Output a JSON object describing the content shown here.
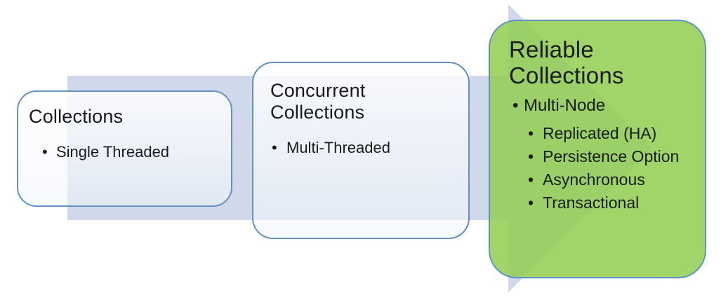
{
  "bullet_glyph": "•",
  "colors": {
    "arrow_band": "#cfd9ea",
    "box_border": "#6290c4",
    "box_fill_tint": "#f3f6fa",
    "green_box_fill": "#a0d46c",
    "text": "#1a1a1a"
  },
  "boxes": [
    {
      "title": "Collections",
      "bullets": [
        "Single Threaded"
      ]
    },
    {
      "title": "Concurrent Collections",
      "bullets": [
        "Multi-Threaded"
      ]
    },
    {
      "title": "Reliable Collections",
      "bullets": [
        "Multi-Node"
      ],
      "sub_bullets": [
        "Replicated (HA)",
        "Persistence Option",
        "Asynchronous",
        "Transactional"
      ]
    }
  ]
}
